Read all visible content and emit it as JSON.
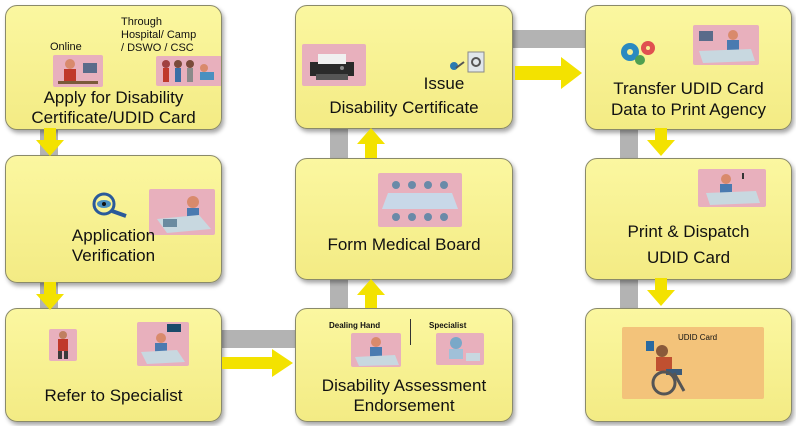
{
  "colors": {
    "box_fill": "#f7f094",
    "arrow": "#f3e200",
    "connector": "#b3b3b3",
    "picture_bg": "#e8b0bd"
  },
  "steps": {
    "apply": {
      "title_line1": "Apply for Disability",
      "title_line2": "Certificate/UDID Card",
      "online_label": "Online",
      "offline_line1": "Through",
      "offline_line2": "Hospital/ Camp",
      "offline_line3": "/ DSWO / CSC"
    },
    "verification": {
      "line1": "Application",
      "line2": "Verification"
    },
    "refer": {
      "label": "Refer to Specialist"
    },
    "assessment": {
      "line1": "Disability Assessment",
      "line2": "Endorsement",
      "dealing_label": "Dealing Hand",
      "specialist_label": "Specialist"
    },
    "board": {
      "label": "Form Medical Board"
    },
    "issue": {
      "line1": "Issue",
      "line2": "Disability Certificate"
    },
    "transfer": {
      "line1": "Transfer UDID Card",
      "line2": "Data to Print Agency"
    },
    "print": {
      "line1": "Print & Dispatch",
      "line2": "UDID Card"
    },
    "final": {
      "card_label": "UDID Card"
    }
  },
  "icons": [
    "online-user-computer-icon",
    "group-people-icon",
    "eye-magnifier-icon",
    "officer-desk-icon",
    "doctor-patient-icon",
    "desk-monitor-icon",
    "dealing-hand-desk-icon",
    "specialist-icon",
    "medical-board-meeting-icon",
    "printer-icon",
    "certificate-icon",
    "gears-icon",
    "data-transfer-desk-icon",
    "print-desk-icon",
    "wheelchair-user-icon"
  ]
}
